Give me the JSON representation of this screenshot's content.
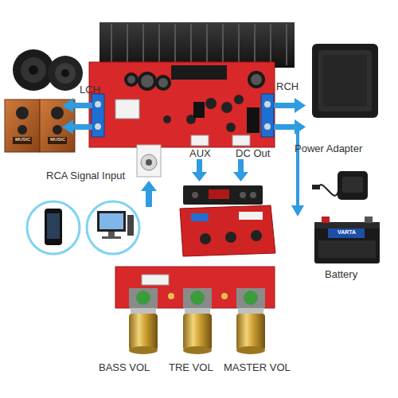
{
  "diagram": {
    "labels": [
      "LCH",
      "RCH",
      "Power Adapter",
      "RCA Signal Input",
      "AUX",
      "DC Out",
      "Battery",
      "BASS VOL",
      "TRE VOL",
      "MASTER VOL",
      "MUSIC",
      "MUSIC",
      "VARTA"
    ]
  }
}
